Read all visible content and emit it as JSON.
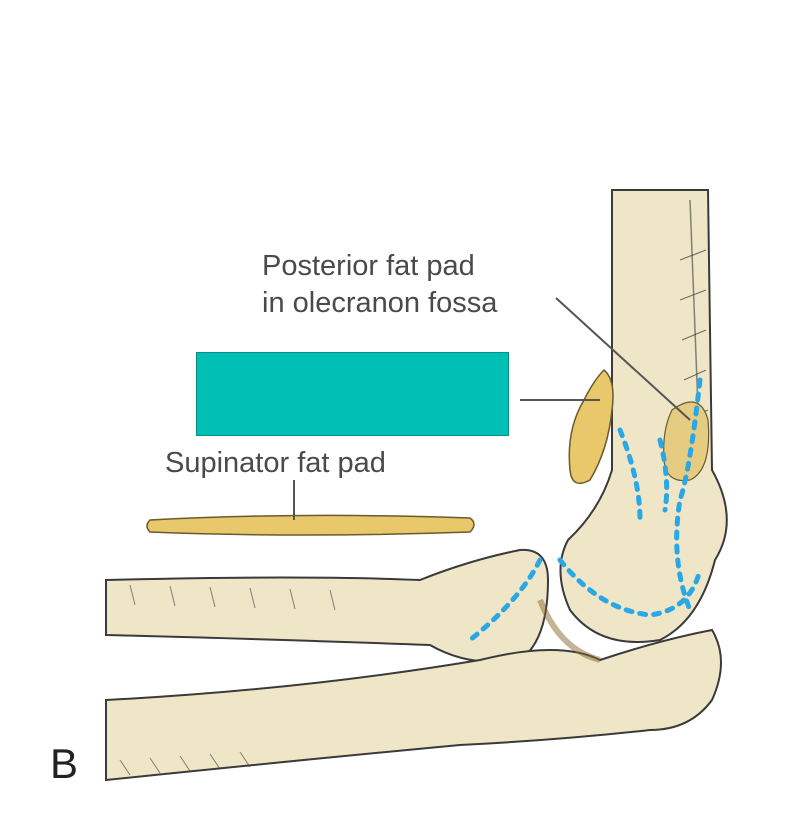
{
  "labels": {
    "posterior_line1": "Posterior fat pad",
    "posterior_line2": "in olecranon fossa",
    "supinator": "Supinator fat pad",
    "panel_letter": "B"
  },
  "answer_box": {
    "color": "#00c0b5"
  },
  "colors": {
    "bone": "#efe6c8",
    "bone_shadow": "#c9b98a",
    "fat_pad": "#e8c86a",
    "dotted_outline": "#2aa7e6",
    "leader_line": "#555555"
  }
}
